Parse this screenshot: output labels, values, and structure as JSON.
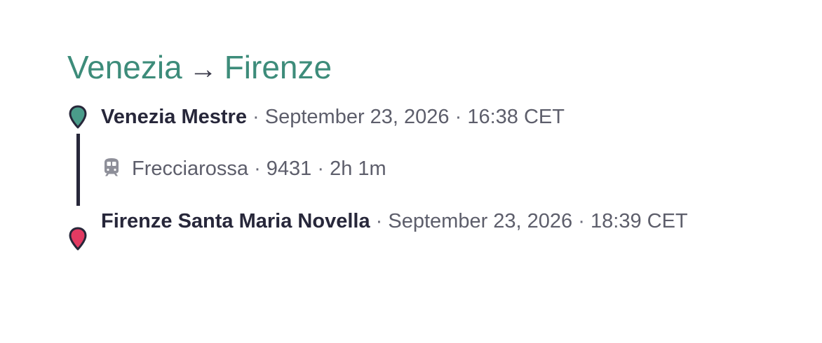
{
  "route": {
    "from": "Venezia",
    "arrow": "→",
    "to": "Firenze"
  },
  "separator": "·",
  "origin": {
    "station": "Venezia Mestre",
    "date": "September 23, 2026",
    "time": "16:38 CET",
    "pin_color": "#4a9c8a",
    "icon": "map-pin-icon"
  },
  "leg": {
    "icon": "train-icon",
    "operator": "Frecciarossa",
    "train_number": "9431",
    "duration": "2h 1m"
  },
  "destination": {
    "station": "Firenze Santa Maria Novella",
    "date": "September 23, 2026",
    "time": "18:39 CET",
    "pin_color": "#e23a62",
    "icon": "map-pin-icon"
  },
  "colors": {
    "title": "#3d8c7a",
    "text": "#5d5e6b",
    "strong": "#27273a",
    "timeline": "#27273a"
  }
}
